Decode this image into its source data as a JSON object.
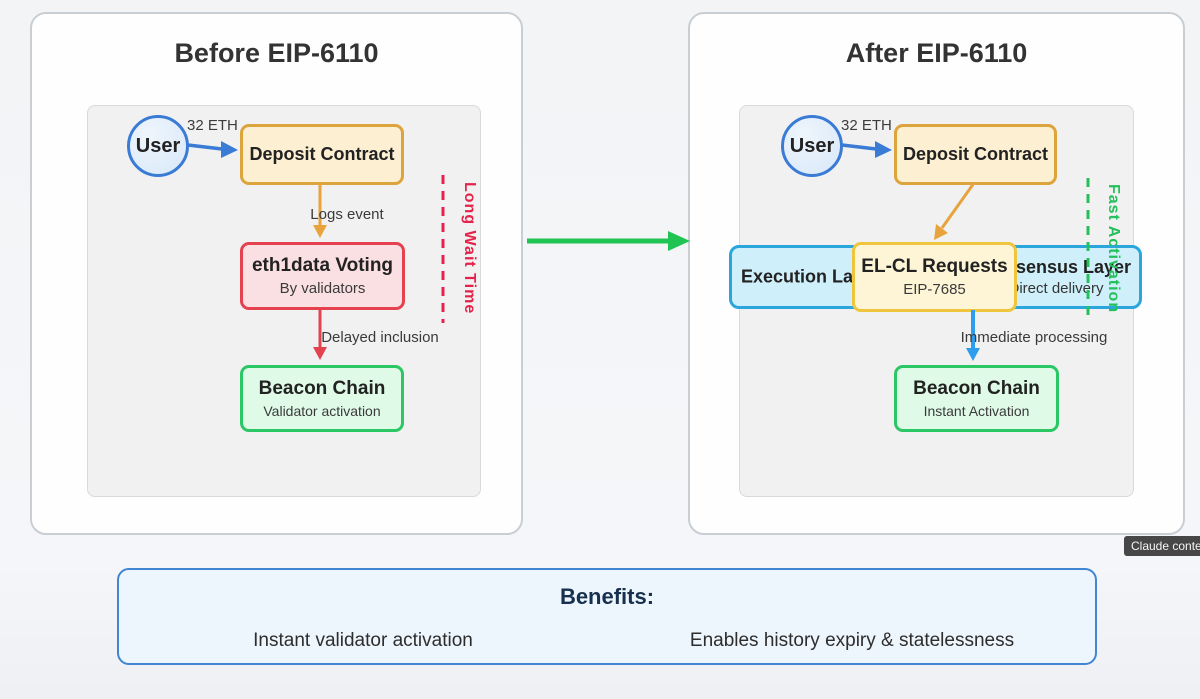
{
  "panels": {
    "before": {
      "title": "Before EIP-6110",
      "user": "User",
      "eth_label": "32 ETH",
      "deposit": "Deposit Contract",
      "logs_event": "Logs event",
      "eth1data_title": "eth1data Voting",
      "eth1data_sub": "By validators",
      "delayed": "Delayed inclusion",
      "beacon_title": "Beacon Chain",
      "beacon_sub": "Validator activation",
      "side_label": "Long Wait Time"
    },
    "after": {
      "title": "After EIP-6110",
      "user": "User",
      "eth_label": "32 ETH",
      "deposit": "Deposit Contract",
      "exec_layer": "Execution Layer",
      "elcl_title": "EL-CL Requests",
      "elcl_sub": "EIP-7685",
      "consensus_title": "Consensus Layer",
      "consensus_sub": "Direct delivery",
      "immediate": "Immediate processing",
      "beacon_title": "Beacon Chain",
      "beacon_sub": "Instant Activation",
      "side_label": "Fast Activation"
    }
  },
  "benefits": {
    "title": "Benefits:",
    "items": [
      "Instant validator activation",
      "Enables history expiry & statelessness"
    ]
  },
  "tooltip": "Claude conten",
  "colors": {
    "blue_accent": "#3a7bd5",
    "orange_accent": "#dca43c",
    "red_accent": "#e4424f",
    "green_accent": "#2bc764",
    "cyan_accent": "#2aa6dc",
    "yellow_accent": "#eec53c",
    "long_wait": "#e5234a",
    "fast_activation": "#25c05b",
    "transition_arrow": "#1fc452",
    "benefits_border": "#4285d2"
  }
}
